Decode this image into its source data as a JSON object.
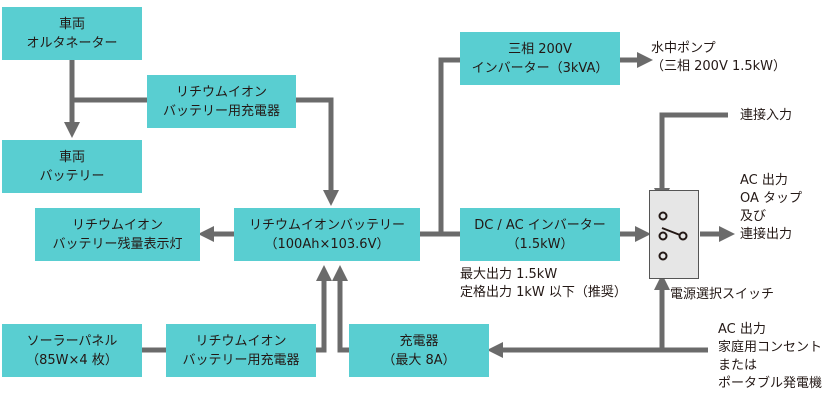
{
  "colors": {
    "box_fill": "#59ced1",
    "wire": "#6b6b6b",
    "switch_fill": "#e6e6e6"
  },
  "boxes": {
    "alternator": [
      "車両",
      "オルタネーター"
    ],
    "charger_top": [
      "リチウムイオン",
      "バッテリー用充電器"
    ],
    "vehicle_battery": [
      "車両",
      "バッテリー"
    ],
    "indicator": [
      "リチウムイオン",
      "バッテリー残量表示灯"
    ],
    "main_battery": [
      "リチウムイオンバッテリー",
      "（100Ah×103.6V）"
    ],
    "inverter_3phase": [
      "三相 200V",
      "インバーター（3kVA）"
    ],
    "dcac_inverter": [
      "DC / AC インバーター",
      "（1.5kW）"
    ],
    "solar": [
      "ソーラーパネル",
      "（85W×4 枚）"
    ],
    "charger_bottom": [
      "リチウムイオン",
      "バッテリー用充電器"
    ],
    "charger_8a": [
      "充電器",
      "（最大 8A）"
    ]
  },
  "labels": {
    "pump": [
      "水中ポンプ",
      "（三相 200V 1.5kW）"
    ],
    "link_input": "連接入力",
    "ac_output": [
      "AC 出力",
      "OA タップ",
      "及び",
      "連接出力"
    ],
    "inverter_spec": [
      "最大出力 1.5kW",
      "定格出力 1kW 以下（推奨）"
    ],
    "switch_name": "電源選択スイッチ",
    "ac_source": [
      "AC 出力",
      "家庭用コンセント",
      "または",
      "ポータブル発電機"
    ]
  }
}
